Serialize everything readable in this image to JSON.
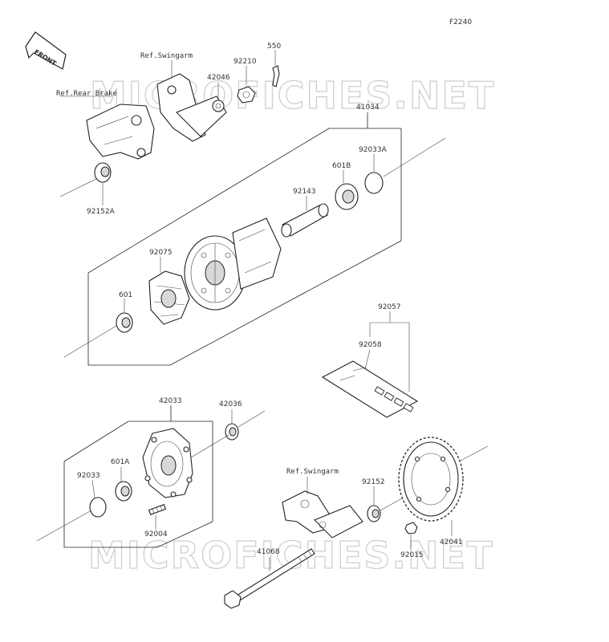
{
  "figure_code": "F2240",
  "front_badge": "FRONT",
  "watermark": "MICROFICHES.NET",
  "refs": {
    "rear_brake": "Ref.Rear Brake",
    "swingarm_top": "Ref.Swingarm",
    "swingarm_bottom": "Ref.Swingarm"
  },
  "parts": {
    "p550": "550",
    "p92210": "92210",
    "p42046": "42046",
    "p41034": "41034",
    "p92033A": "92033A",
    "p601B": "601B",
    "p92143": "92143",
    "p92152A": "92152A",
    "p92075": "92075",
    "p601": "601",
    "p92057": "92057",
    "p92058": "92058",
    "p42033": "42033",
    "p42036": "42036",
    "p601A": "601A",
    "p92033": "92033",
    "p92004": "92004",
    "p92152": "92152",
    "p42041": "42041",
    "p92015": "92015",
    "p41068": "41068"
  },
  "colors": {
    "line": "#222222",
    "watermark": "#cfcfcf",
    "background": "#ffffff"
  }
}
